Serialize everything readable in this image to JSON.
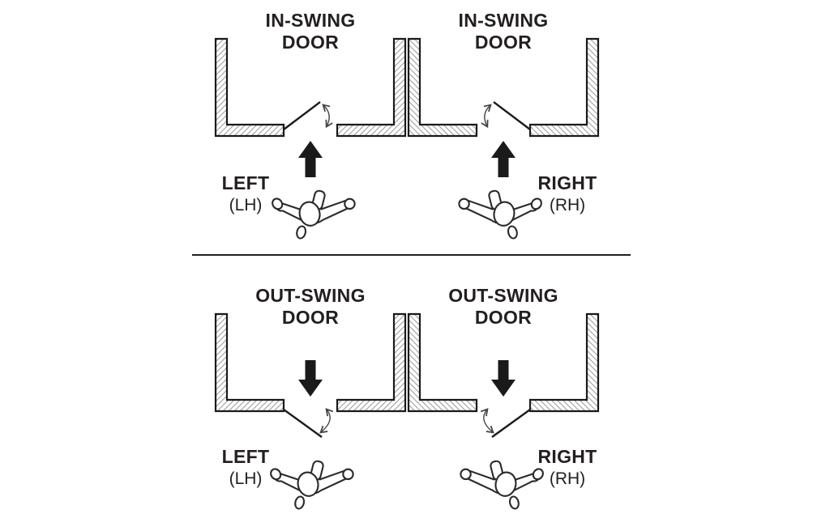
{
  "figure": {
    "type": "door-handing-plan-diagram",
    "divider_between_rows": true
  },
  "colors": {
    "background": "#ffffff",
    "ink": "#231f20",
    "arrow": "#1a1a1a",
    "wall_outline": "#1a1a1a",
    "hatch": "#9a9a9a",
    "swing_arc": "#444444"
  },
  "icons": {
    "wall-plan-icon": "hatched L-shaped wall section in plan view",
    "door-leaf-icon": "angled line representing open door leaf",
    "swing-arc-icon": "double-headed curved arrow showing door swing",
    "direction-arrow-icon": "solid black arrow showing approach direction",
    "person-top-view-icon": "overhead outline of a person reaching for the door"
  },
  "panels": [
    {
      "id": "in-swing-left",
      "title_line1": "IN-SWING",
      "title_line2": "DOOR",
      "hand_label": "LEFT",
      "hand_abbr": "(LH)",
      "swing": "in",
      "hinge_side": "left",
      "approach_arrow": "up"
    },
    {
      "id": "in-swing-right",
      "title_line1": "IN-SWING",
      "title_line2": "DOOR",
      "hand_label": "RIGHT",
      "hand_abbr": "(RH)",
      "swing": "in",
      "hinge_side": "right",
      "approach_arrow": "up"
    },
    {
      "id": "out-swing-left",
      "title_line1": "OUT-SWING",
      "title_line2": "DOOR",
      "hand_label": "LEFT",
      "hand_abbr": "(LH)",
      "swing": "out",
      "hinge_side": "left",
      "approach_arrow": "down"
    },
    {
      "id": "out-swing-right",
      "title_line1": "OUT-SWING",
      "title_line2": "DOOR",
      "hand_label": "RIGHT",
      "hand_abbr": "(RH)",
      "swing": "out",
      "hinge_side": "right",
      "approach_arrow": "down"
    }
  ]
}
